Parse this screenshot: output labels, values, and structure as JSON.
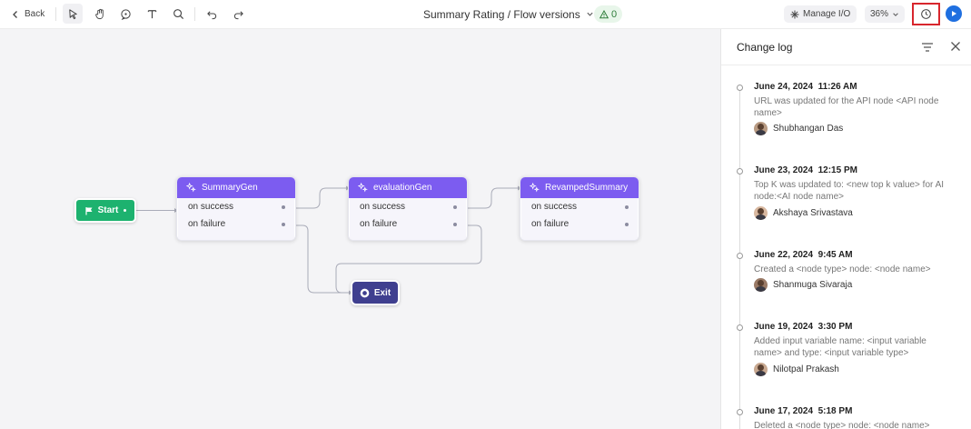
{
  "toolbar": {
    "back_label": "Back",
    "title": "Summary Rating / Flow versions",
    "warnings_count": "0",
    "manage_io_label": "Manage I/O",
    "zoom_level": "36%",
    "icons": [
      "chevron-left-icon",
      "pointer-icon",
      "hand-icon",
      "comment-icon",
      "text-icon",
      "search-icon",
      "undo-icon",
      "redo-icon",
      "chevron-down-icon",
      "warning-icon",
      "sparkle-icon",
      "history-icon",
      "play-icon"
    ],
    "colors": {
      "run_button": "#1f6fe0",
      "highlight_outline": "#d8262d",
      "warning_badge_bg": "#e8f6ea"
    }
  },
  "canvas": {
    "start_node": {
      "label": "Start",
      "color": "#1db26f"
    },
    "nodes": [
      {
        "name": "SummaryGen",
        "outputs": [
          "on success",
          "on failure"
        ]
      },
      {
        "name": "evaluationGen",
        "outputs": [
          "on success",
          "on failure"
        ]
      },
      {
        "name": "RevampedSummary",
        "outputs": [
          "on success",
          "on failure"
        ]
      }
    ],
    "exit_node": {
      "label": "Exit",
      "color": "#3f3f8f"
    },
    "colors": {
      "node_header": "#7c5cf0",
      "background": "#f4f4f6"
    }
  },
  "change_log": {
    "title": "Change log",
    "entries": [
      {
        "date": "June 24, 2024  11:26 AM",
        "description": "URL was updated for the API node <API node name>",
        "user": "Shubhangan Das"
      },
      {
        "date": "June 23, 2024  12:15 PM",
        "description": "Top K was updated to: <new top k value> for AI node:<AI node name>",
        "user": "Akshaya Srivastava"
      },
      {
        "date": "June 22, 2024  9:45 AM",
        "description": "Created a <node type> node: <node name>",
        "user": "Shanmuga Sivaraja"
      },
      {
        "date": "June 19, 2024  3:30 PM",
        "description": "Added input variable name: <input variable name> and type: <input variable type>",
        "user": "Nilotpal Prakash"
      },
      {
        "date": "June 17, 2024  5:18 PM",
        "description": "Deleted a <node type> node: <node name>",
        "user": ""
      }
    ]
  }
}
